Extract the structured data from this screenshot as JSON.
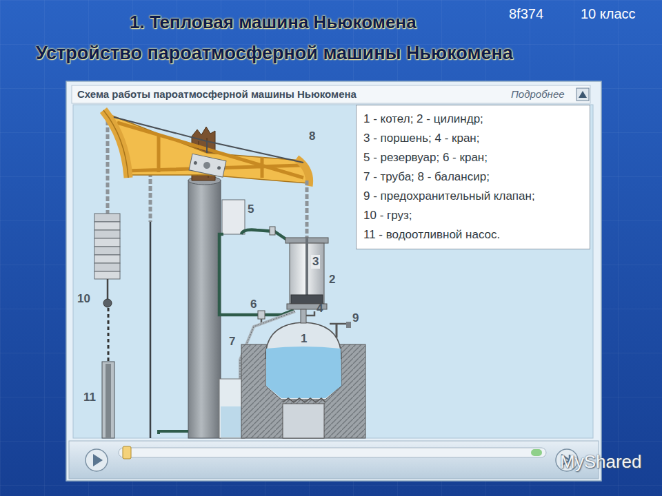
{
  "diagram": {
    "title": "1. Тепловая машина Ньюкомена",
    "nodes": [
      {
        "text": [
          "1 - котел; 2 - цилиндр;",
          "3 - поршень; 4 - кран;",
          "5 - резервуар; 6 - кран;",
          "7 - труба; 8 - балансир;",
          "9 - предохранительный клапан;",
          "10 - груз;",
          "11 - водоотливной насос."
        ]
      }
    ],
    "labels": [
      "Устройство пароатмосферной машины Ньюкомена",
      "8f374",
      "10 класс",
      "Схема работы пароатмосферной машины Ньюкомена",
      "Подробнее",
      "8",
      "5",
      "3",
      "2",
      "10",
      "6",
      "4",
      "9",
      "7",
      "1",
      "11",
      "MyShared"
    ]
  }
}
